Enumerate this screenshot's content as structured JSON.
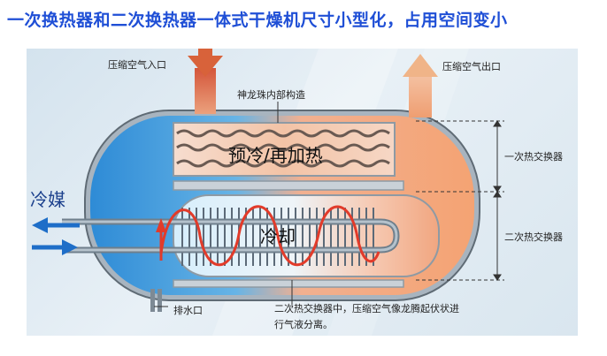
{
  "headline": "一次换热器和二次换热器一体式干燥机尺寸小型化，占用空间变小",
  "labels": {
    "air_inlet": "压缩空气入口",
    "air_outlet": "压缩空气出口",
    "internal_structure": "神龙珠内部构造",
    "precool_reheat": "预冷/再加热",
    "cooling": "冷却",
    "refrigerant": "冷媒",
    "primary_exchanger": "一次热交换器",
    "secondary_exchanger": "二次热交换器",
    "drain": "排水口",
    "note_line1": "二次热交换器中，压缩空气像龙腾起伏状进",
    "note_line2": "行气液分离。"
  },
  "colors": {
    "headline": "#1f4fd6",
    "cold_side": "#2f8fd8",
    "hot_side": "#f2a070",
    "arrow_in": "#d8623a",
    "arrow_out": "#f0b488",
    "refrigerant_arrow": "#1e6ec8",
    "wave": "#e23b2a"
  }
}
